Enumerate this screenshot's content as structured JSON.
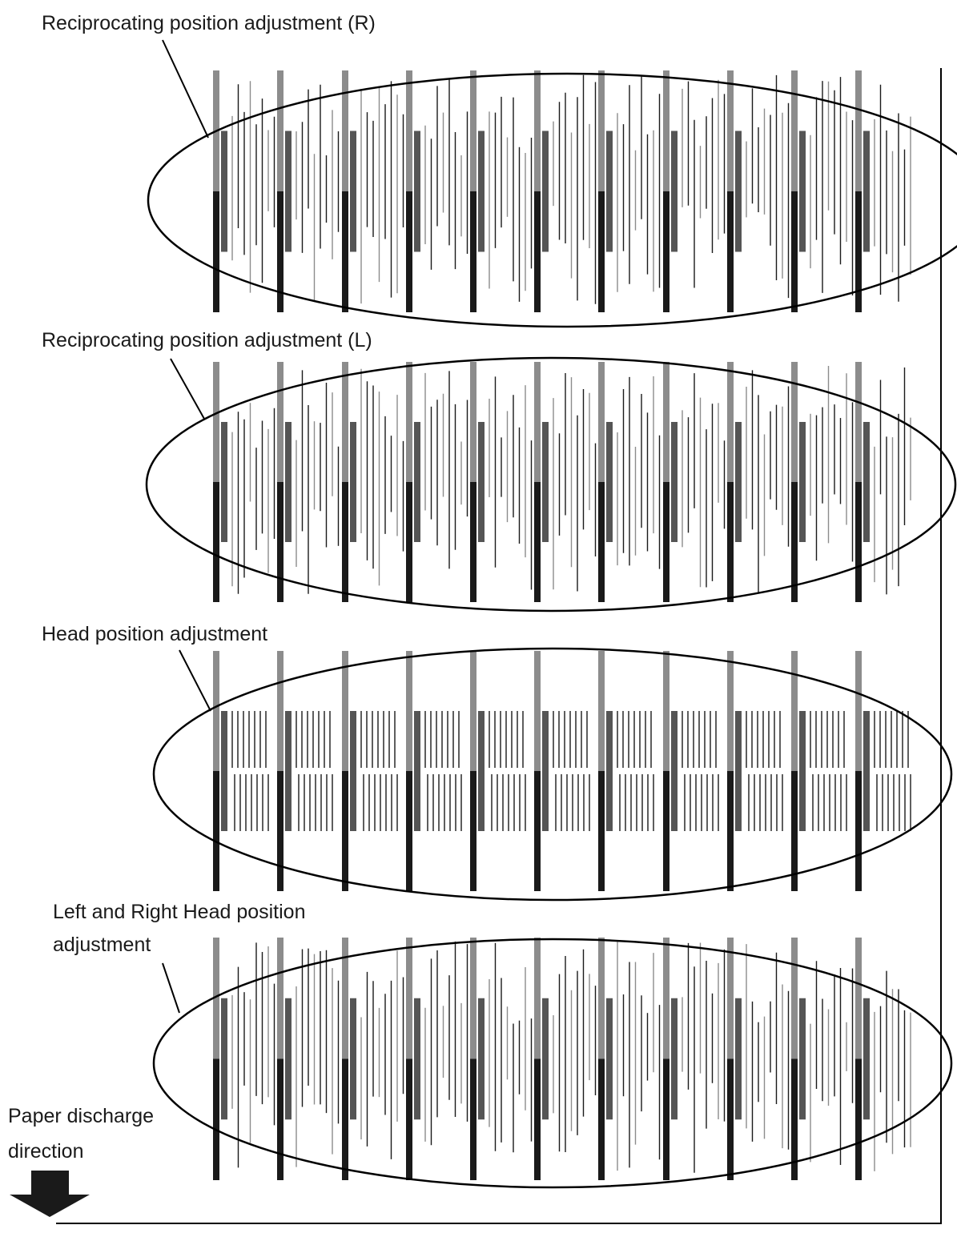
{
  "sections": [
    {
      "id": "recip-r",
      "label_lines": [
        "Reciprocating position adjustment (R)"
      ],
      "pattern": "lines"
    },
    {
      "id": "recip-l",
      "label_lines": [
        "Reciprocating position adjustment (L)"
      ],
      "pattern": "lines"
    },
    {
      "id": "head",
      "label_lines": [
        "Head position adjustment"
      ],
      "pattern": "blocks"
    },
    {
      "id": "lr-head",
      "label_lines": [
        "Left and Right Head position",
        "adjustment"
      ],
      "pattern": "lines"
    }
  ],
  "discharge": {
    "label_lines": [
      "Paper discharge",
      "direction"
    ]
  },
  "colors": {
    "black": "#1a1a1a",
    "gray": "#8c8c8c",
    "dark_gray": "#555555",
    "paper_line": "#000000"
  }
}
